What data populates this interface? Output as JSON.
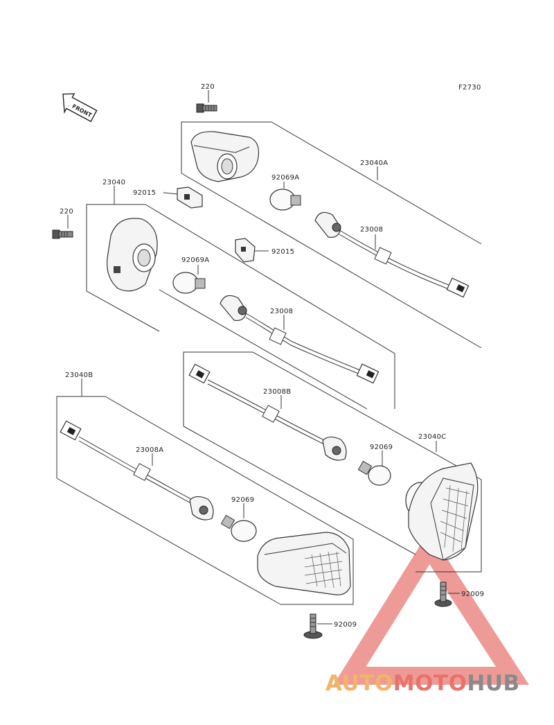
{
  "figure_code": "F2730",
  "front_label": "FRONT",
  "labels": {
    "p220_top": "220",
    "p220_left": "220",
    "p23040A": "23040A",
    "p23040": "23040",
    "p92015_a": "92015",
    "p92015_b": "92015",
    "p92069A_top": "92069A",
    "p92069A_mid": "92069A",
    "p23008_top": "23008",
    "p23008_mid": "23008",
    "p23040B": "23040B",
    "p23008B": "23008B",
    "p23040C": "23040C",
    "p92069_right": "92069",
    "p23008A": "23008A",
    "p92069_left": "92069",
    "p92009_right": "92009",
    "p92009_bottom": "92009"
  },
  "watermark": {
    "part1": "AUTO",
    "part2": "MOTO",
    "part3": "HUB",
    "color1": "#f2b36a",
    "color2": "#e8736b",
    "color3": "#8a8a8a"
  }
}
